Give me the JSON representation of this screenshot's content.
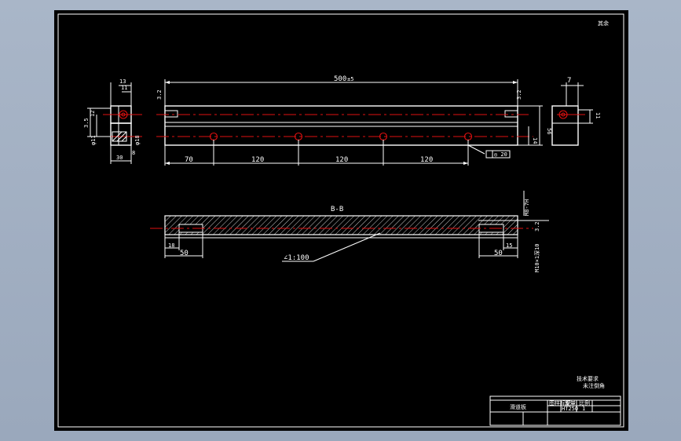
{
  "drawing": {
    "length_dim": "500",
    "tolerance_dim": "±5",
    "spacing": [
      "70",
      "120",
      "120",
      "120"
    ],
    "side_dims": {
      "h_1": "13",
      "h_2": "11",
      "v_1": "3.5",
      "v_2": "12",
      "dia_1": "φ11",
      "dia_2": "φ18",
      "w_1": "30",
      "w_2": "8"
    },
    "right_dims": {
      "top": "7",
      "height": "11"
    },
    "front_dims": {
      "height": "56",
      "small": "14"
    },
    "roughness_label": "3.2",
    "section": {
      "label": "B-B",
      "taper": "∠1:100",
      "left_a": "18",
      "left_b": "50",
      "right_a": "15",
      "right_b": "50",
      "thread": "M8-7H",
      "thread_note": "M10×1深10"
    },
    "corner_note": "其余",
    "notes": [
      "技术要求",
      "未注倒角"
    ],
    "title_block": {
      "part_name": "滑道板",
      "material": "HT250",
      "fields": [
        "图样标记",
        "重量",
        "比例"
      ],
      "qty": "1"
    }
  }
}
